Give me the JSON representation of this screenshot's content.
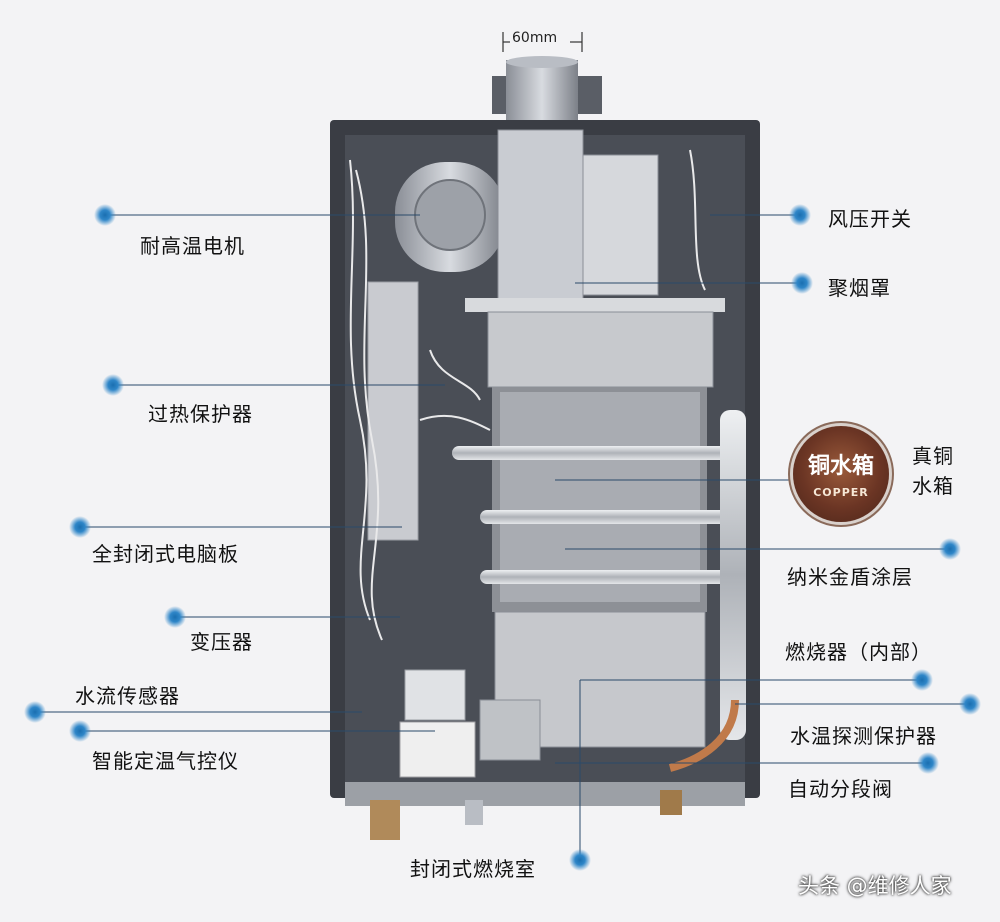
{
  "dimension": "60mm",
  "labels": {
    "motor": "耐高温电机",
    "overheat": "过热保护器",
    "board": "全封闭式电脑板",
    "transformer": "变压器",
    "flow_sensor": "水流传感器",
    "gas_valve": "智能定温气控仪",
    "pressure_switch": "风压开关",
    "hood": "聚烟罩",
    "copper_tank_1": "真铜",
    "copper_tank_2": "水箱",
    "coating": "纳米金盾涂层",
    "burner": "燃烧器（内部）",
    "temp_sensor": "水温探测保护器",
    "segment_valve": "自动分段阀",
    "chamber": "封闭式燃烧室"
  },
  "badge": {
    "title": "铜水箱",
    "subtitle": "COPPER"
  },
  "watermark": "头条 @维修人家",
  "colors": {
    "dot": "#1a6fb0",
    "line": "#2a4a6a",
    "frame": "#3a3d44"
  }
}
